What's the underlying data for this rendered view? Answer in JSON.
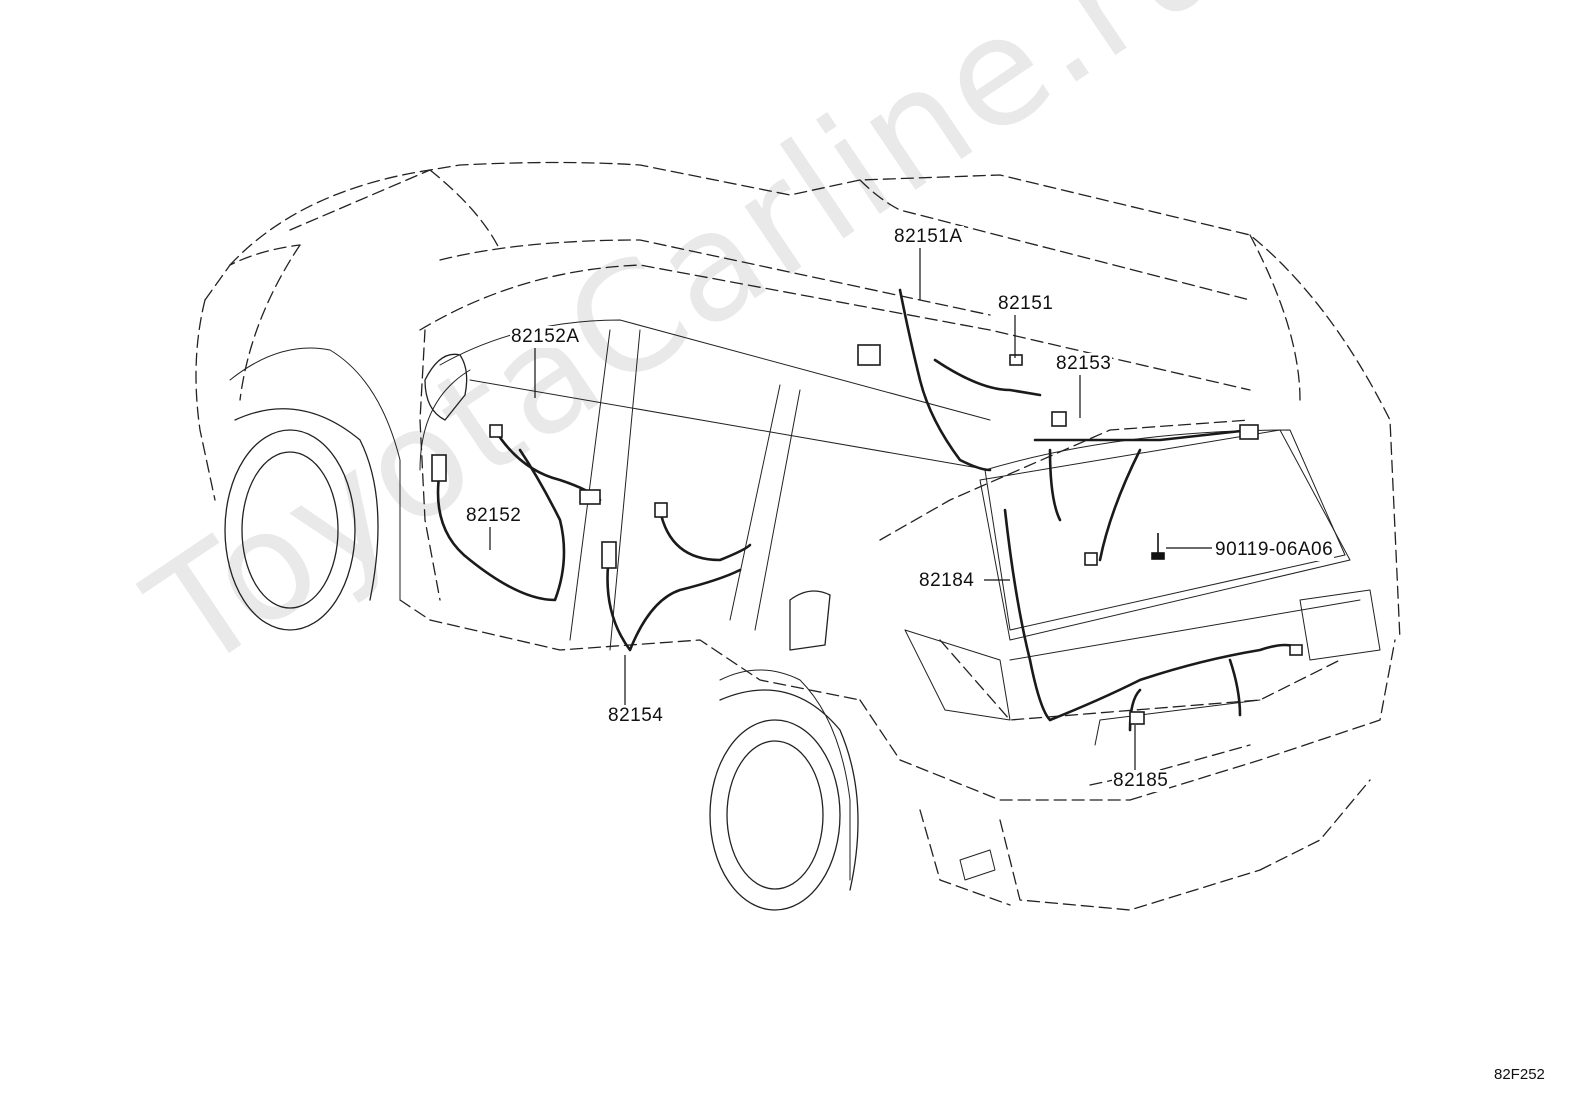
{
  "diagram": {
    "watermark": "ToyotaCarline.ru",
    "reference_code": "82F252",
    "callouts": [
      {
        "id": "82151A",
        "text": "82151A"
      },
      {
        "id": "82151",
        "text": "82151"
      },
      {
        "id": "82152A",
        "text": "82152A"
      },
      {
        "id": "82153",
        "text": "82153"
      },
      {
        "id": "82152",
        "text": "82152"
      },
      {
        "id": "90119",
        "text": "90119-06A06"
      },
      {
        "id": "82184",
        "text": "82184"
      },
      {
        "id": "82154",
        "text": "82154"
      },
      {
        "id": "82185",
        "text": "82185"
      }
    ]
  }
}
